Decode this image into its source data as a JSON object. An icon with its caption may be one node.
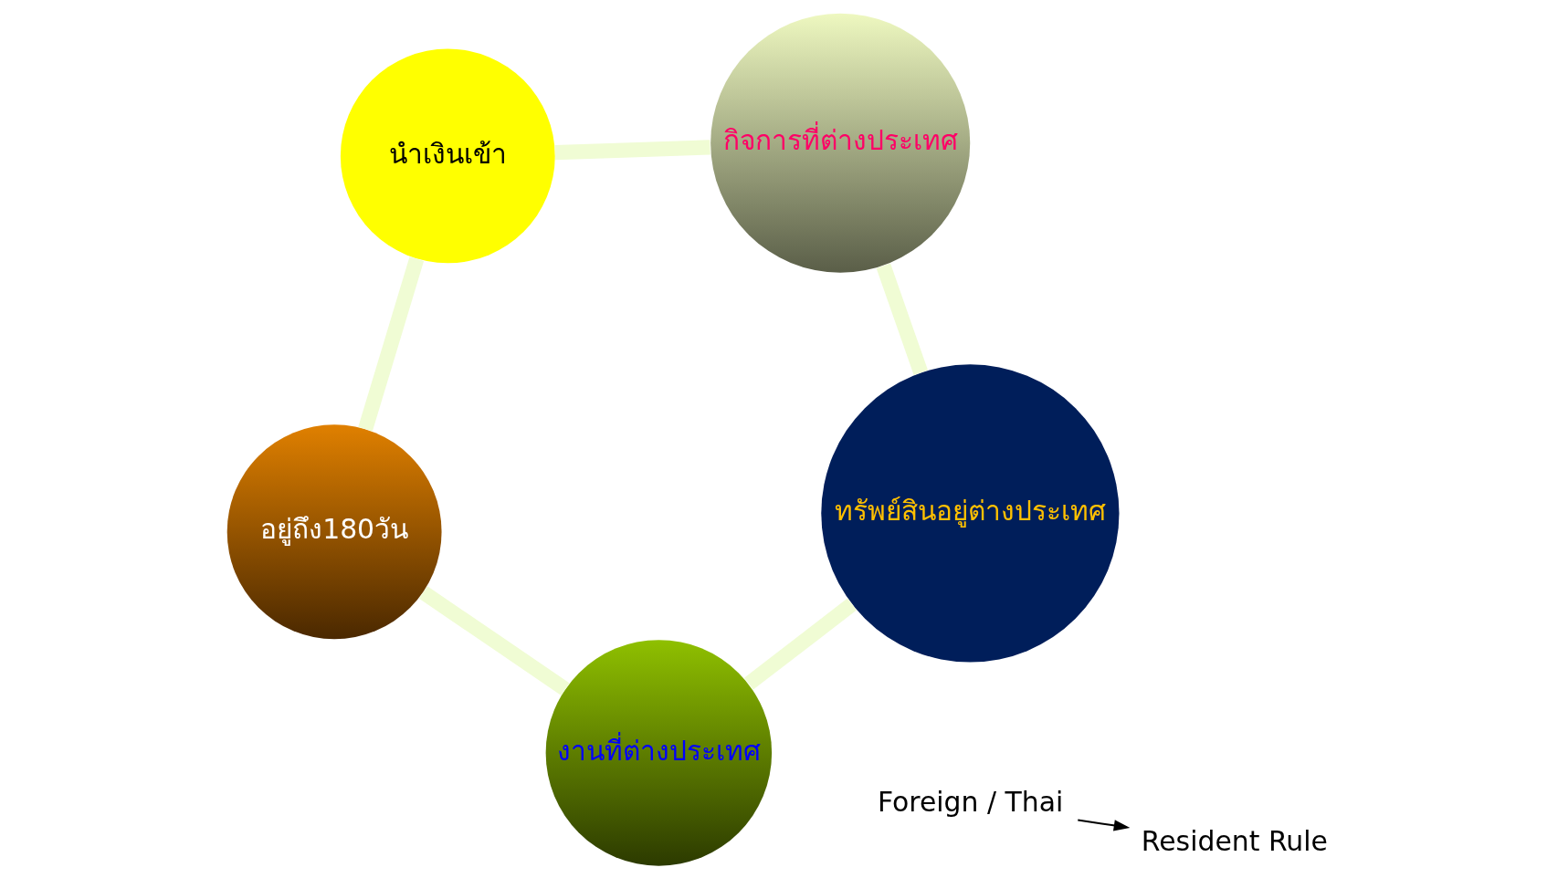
{
  "diagram": {
    "nodes": [
      {
        "text": [
          "Foreign / Thai"
        ]
      },
      {
        "text": [
          "Resident Rule"
        ]
      },
      {
        "text": [
          "อยู่ถึง180วัน"
        ]
      },
      {
        "text": [
          "นำเงินเข้า"
        ]
      },
      {
        "text": [
          "งานที่ต่างประเทศ"
        ]
      },
      {
        "text": [
          "กิจการที่ต่างประเทศ"
        ]
      },
      {
        "text": [
          "ทรัพย์สินอยู่ต่างประเทศ"
        ]
      }
    ],
    "edges": [
      {
        "from": 0,
        "to": 1,
        "arrow": "to",
        "color": "#000000"
      },
      {
        "from": 4,
        "to": 2,
        "arrow": "none"
      },
      {
        "from": 2,
        "to": 3,
        "arrow": "none"
      },
      {
        "from": 3,
        "to": 5,
        "arrow": "none"
      },
      {
        "from": 5,
        "to": 6,
        "arrow": "none"
      },
      {
        "from": 6,
        "to": 4,
        "arrow": "none"
      }
    ]
  }
}
